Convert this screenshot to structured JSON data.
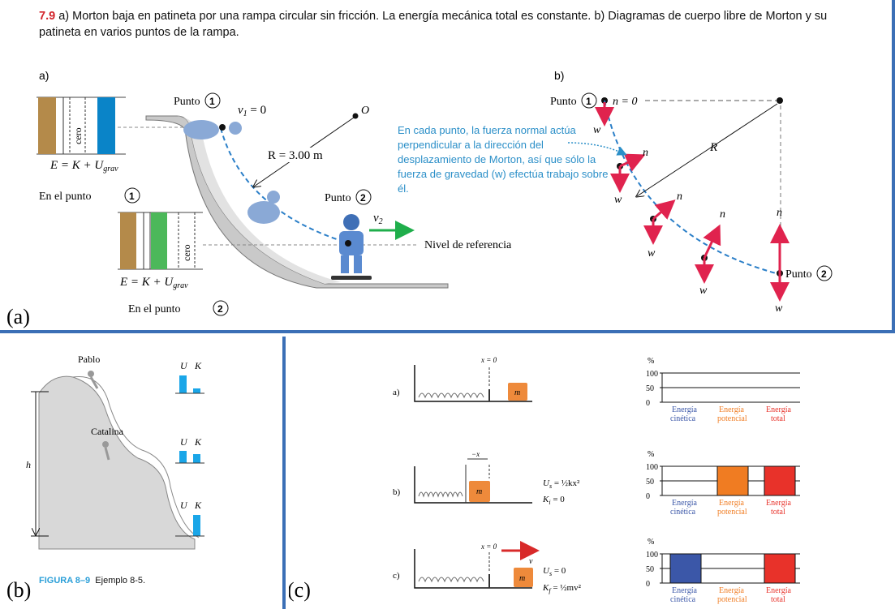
{
  "panel_a": {
    "tag": "(a)",
    "caption_number": "7.9",
    "caption_text_1": "a) Morton baja en patineta por una rampa circular sin fricción. La energía mecánica total es constante.",
    "caption_text_2": "b) Diagramas de cuerpo libre de Morton y su patineta en varios puntos de la rampa.",
    "sub_a": "a)",
    "sub_b": "b)",
    "punto": "Punto",
    "p1": "1",
    "p2": "2",
    "v1": "v",
    "v1_sub": "1",
    "v1_eq": " = 0",
    "v2": "v",
    "v2_sub": "2",
    "O": "O",
    "radius": "R = 3.00 m",
    "R": "R",
    "cero": "cero",
    "energy_eq_E": "E",
    "energy_eq_rest": " = K + U",
    "energy_eq_sub": "grav",
    "en_el_punto": "En el punto",
    "nivel": "Nivel de referencia",
    "n_eq": "n = 0",
    "n": "n",
    "w": "w",
    "blue_note": "En cada punto, la fuerza normal actúa perpendicular a la dirección del desplazamiento de Morton, así que sólo la fuerza de gravedad (w) efectúa trabajo sobre él.",
    "colors": {
      "kinetic": "#b48a4a",
      "potential": "#2aa8e0",
      "green": "#4cb85a",
      "arrow_red": "#e0234e",
      "dash_blue": "#2b7fc8"
    }
  },
  "panel_b": {
    "tag": "(b)",
    "pablo": "Pablo",
    "catalina": "Catalina",
    "U": "U",
    "K": "K",
    "h": "h",
    "fig_label": "FIGURA 8–9",
    "fig_text": "Ejemplo 8-5."
  },
  "panel_c": {
    "tag": "(c)",
    "row_a": "a)",
    "row_b": "b)",
    "row_c": "c)",
    "x0": "x = 0",
    "minus_x": "−x",
    "m": "m",
    "v": "v",
    "eq_b1": "U",
    "eq_b1_sub": "s",
    "eq_b1_rest": " = ½kx²",
    "eq_b2": "K",
    "eq_b2_sub": "i",
    "eq_b2_rest": " = 0",
    "eq_c1": "U",
    "eq_c1_sub": "s",
    "eq_c1_rest": " = 0",
    "eq_c2": "K",
    "eq_c2_sub": "f",
    "eq_c2_rest": " = ½mv²",
    "pct": "%",
    "ticks": [
      "100",
      "50",
      "0"
    ],
    "cat1a": "Energía",
    "cat1b": "cinética",
    "cat2a": "Energía",
    "cat2b": "potencial",
    "cat3a": "Energía",
    "cat3b": "total",
    "colors": {
      "kin": "#3b57a8",
      "pot": "#f07c22",
      "tot": "#e8322a",
      "block": "#ee8a3b"
    },
    "bars": [
      {
        "kinetic": 0,
        "potential": 0,
        "total": 0
      },
      {
        "kinetic": 0,
        "potential": 100,
        "total": 100
      },
      {
        "kinetic": 100,
        "potential": 0,
        "total": 100
      }
    ]
  }
}
